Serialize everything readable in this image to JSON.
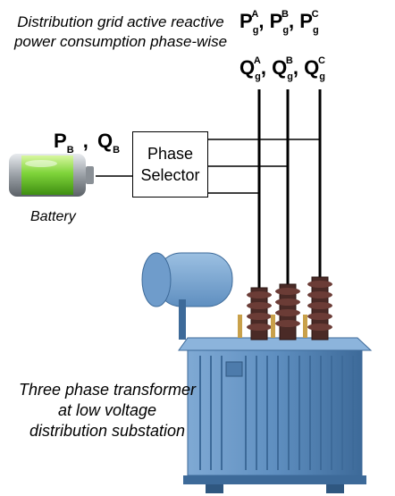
{
  "labels": {
    "grid_caption": "Distribution grid active reactive power consumption phase-wise",
    "battery": "Battery",
    "selector_line1": "Phase",
    "selector_line2": "Selector",
    "transformer_caption": "Three phase transformer at low voltage distribution substation"
  },
  "formulas": {
    "p_sym": "P",
    "q_sym": "Q",
    "g": "g",
    "phase_a": "A",
    "phase_b": "B",
    "phase_c": "C",
    "sep": ",",
    "pb_main": "P",
    "pb_sub": "B",
    "qb_main": "Q",
    "qb_sub": "B"
  },
  "colors": {
    "transformer_blue": "#5f8fc0",
    "transformer_dark": "#3d6a99",
    "insulator": "#4a2a26",
    "battery_green": "#7fd43a",
    "battery_shell": "#9aa0a6"
  }
}
